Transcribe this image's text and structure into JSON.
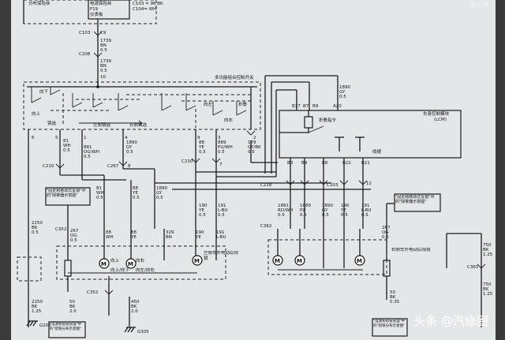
{
  "header": {
    "fuse_label": "分布保险丝",
    "fuse_code": "F19",
    "fuse_loc": "仪表板",
    "conn_code1": "C103 = 96 BK",
    "conn_code2": "C104= WH",
    "fuse_note": "电源保险丝",
    "conn_c103": "C103",
    "pin_c9": "C9",
    "conn_c208": "C208",
    "pin_c10": "10"
  },
  "labels": {
    "switch_title": "多功能组合控制开关",
    "fold": "折叠",
    "down": "向下",
    "up": "向上",
    "left": "向左",
    "right": "向右",
    "mirror_sel": "镜选",
    "left_mirror_sel": "左侧镜选",
    "right_mirror_sel": "右侧镜选",
    "lcm": "车身控制模块",
    "lcm_code": "(LCM)",
    "fold_cmd": "折叠指令",
    "unfold": "收缩",
    "fuse_box_note": "\"固定和移动式车窗\"中的\"除雾器示意图\"",
    "fuse_box_note_right": "\"固定和移动式车窗\"中的\"除雾器示意图\"",
    "left_mirror": "左侧车外电动后视镜",
    "right_mirror": "右侧车外电动后视镜",
    "up_right": "向上/向下",
    "left_right": "向左/向右",
    "ground_note": "\"电源和搭铁管理\"中的\"搭铁分布示意图\""
  },
  "wires": {
    "w1739a": "1739",
    "w1739b": "1739",
    "bn": "BN",
    "w05": "0.5",
    "w81": "81",
    "w881": "881",
    "w1890": "1890",
    "w88": "88",
    "w889": "889",
    "w179": "179",
    "w2250": "2250",
    "w267": "267",
    "w329": "329",
    "w190": "190",
    "w191": "191",
    "w1881": "1881",
    "w1889": "1889",
    "w750": "750",
    "w450": "450",
    "w50": "50",
    "wh": "WH",
    "ogwh": "OG/WH",
    "gy": "GY",
    "ye": "YE",
    "puwh": "PU/WH",
    "gybk": "GY/BK",
    "bk": "BK",
    "og": "OG",
    "lbu": "L-BU",
    "rdwh": "RD/WH",
    "pu": "PU",
    "w125": "1.25",
    "w20": "2.0",
    "w35": "0.35"
  },
  "connectors": {
    "c210a": "C210",
    "c267": "C267",
    "c210b": "C210",
    "c218": "C218",
    "c352a": "C352",
    "c352b": "C352",
    "c362": "C362",
    "c361": "C361",
    "g202": "G202",
    "g305": "G305",
    "c203": "C203",
    "b22": "B22",
    "b21": "B21",
    "b9": "B9",
    "b8": "B8",
    "b7": "B7",
    "a20": "A20",
    "a17": "B17"
  },
  "watermark": {
    "brand": "头条 @汽修圈",
    "corner": "测计 W"
  }
}
